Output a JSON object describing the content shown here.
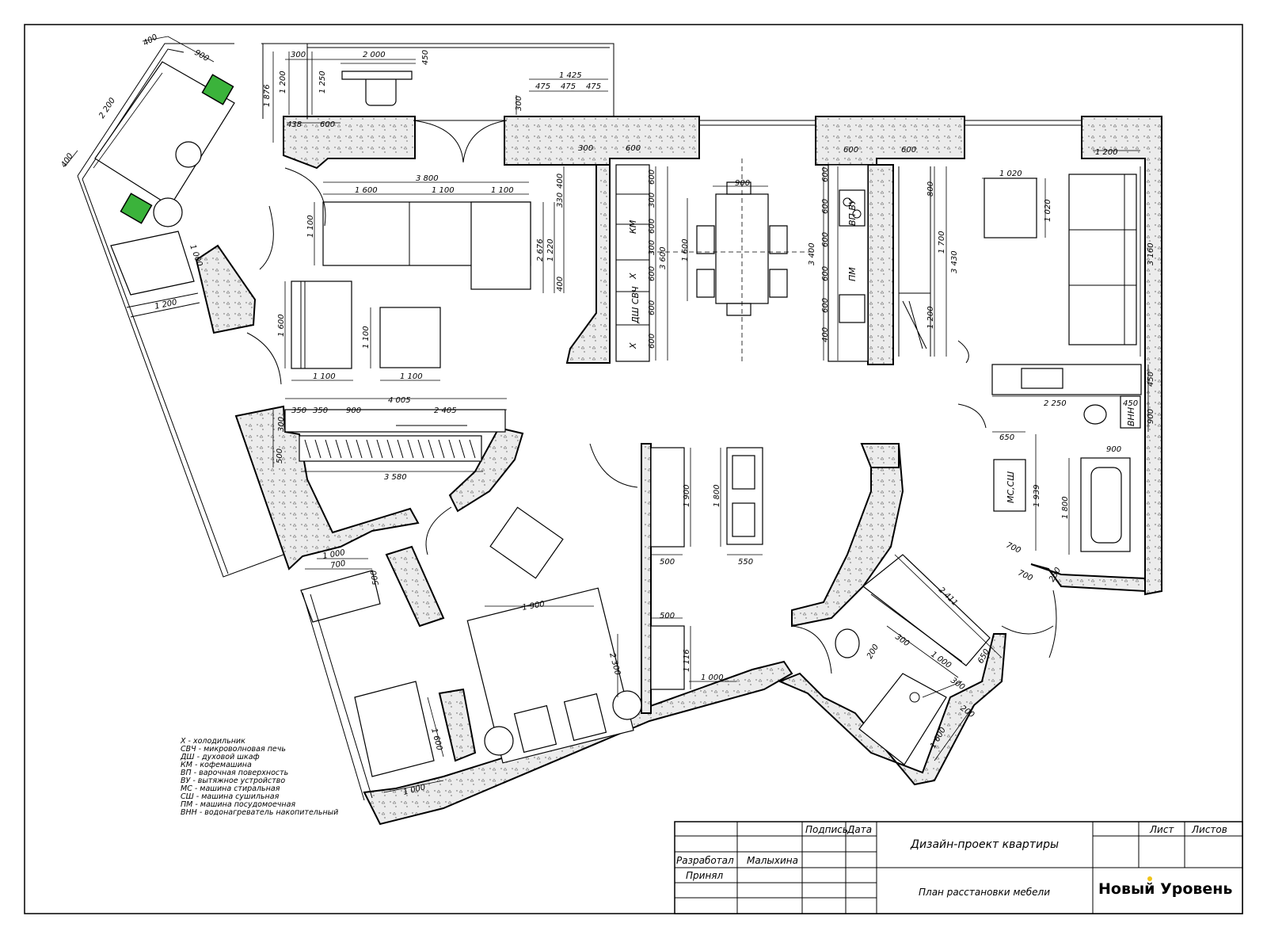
{
  "title_block": {
    "project": "Дизайн-проект квартиры",
    "sheet_title": "План расстановки мебели",
    "col_signature": "Подпись",
    "col_date": "Дата",
    "col_sheet": "Лист",
    "col_sheets": "Листов",
    "role_developed": "Разработал",
    "developer_name": "Малыхина",
    "role_accepted": "Принял",
    "brand": "Новый Уровень"
  },
  "legend": [
    "Х - холодильник",
    "СВЧ - микроволновая печь",
    "ДШ - духовой шкаф",
    "КМ - кофемашина",
    "ВП - варочная поверхность",
    "ВУ - вытяжное устройство",
    "МС - машина стиральная",
    "СШ - машина сушильная",
    "ПМ - машина посудомоечная",
    "ВНН - водонагреватель накопительный"
  ],
  "appliance_labels": {
    "km": "КМ",
    "x1": "Х",
    "dsh_svch": "ДШ СВЧ",
    "x2": "Х",
    "vp_vu": "ВП ВУ",
    "pm": "ПМ",
    "ms_sh": "МС,СШ",
    "vnn": "ВНН"
  },
  "dims": {
    "d400a": "400",
    "d900a": "900",
    "d2200": "2 200",
    "d400b": "400",
    "d300a": "300",
    "d2000": "2 000",
    "d450a": "450",
    "d1876": "1 876",
    "d1200a": "1 200",
    "d1250": "1 250",
    "d438": "438",
    "d600a": "600",
    "d1425": "1 425",
    "d475a": "475",
    "d475b": "475",
    "d475c": "475",
    "d300b": "300",
    "d3800": "3 800",
    "d1600a": "1 600",
    "d1100a": "1 100",
    "d1100b": "1 100",
    "d1100c": "1 100",
    "d1000a": "1 000",
    "d1200b": "1 200",
    "d1600b": "1 600",
    "d1100d": "1 100",
    "d1100e": "1 100",
    "d1100f": "1 100",
    "d2676": "2 676",
    "d1220": "1 220",
    "d400c": "400",
    "d330": "330",
    "d400d": "400",
    "d300c": "300",
    "d600b": "600",
    "d600c": "600",
    "d300d": "300",
    "d600d": "600",
    "d300e": "300",
    "d600e": "600",
    "d600f": "600",
    "d600g": "600",
    "d3600": "3 600",
    "d900b": "900",
    "d1600c": "1 600",
    "d3400": "3 400",
    "d600h": "600",
    "d600i": "600",
    "d600j": "600",
    "d600k": "600",
    "d600l": "600",
    "d400e": "400",
    "d600m": "600",
    "d600n": "600",
    "d800": "800",
    "d1700": "1 700",
    "d3430": "3 430",
    "d1200c": "1 200",
    "d1020a": "1 020",
    "d1020b": "1 020",
    "d1200d": "1 200",
    "d3160": "3 160",
    "d450b": "450",
    "d900c": "900",
    "d2250": "2 250",
    "d450c": "450",
    "d650": "650",
    "d1939": "1 939",
    "d1800a": "1 800",
    "d900d": "900",
    "d700a": "700",
    "d700b": "700",
    "d250": "250",
    "d4005": "4 005",
    "d350a": "350",
    "d350b": "350",
    "d900e": "900",
    "d2405": "2 405",
    "d300f": "300",
    "d500a": "500",
    "d3580": "3 580",
    "d1900a": "1 900",
    "d1800b": "1 800",
    "d500b": "500",
    "d550": "550",
    "d1000b": "1 000",
    "d700c": "700",
    "d500c": "500",
    "d1900b": "1 900",
    "d2300": "2 300",
    "d500d": "500",
    "d1116": "1 116",
    "d1000c": "1 000",
    "d1600d": "1 600",
    "d1000d": "1 000",
    "d2411": "2 411",
    "d650b": "650",
    "d300g": "300",
    "d1000e": "1 000",
    "d200a": "200",
    "d300h": "300",
    "d200b": "200",
    "d1600e": "1 600"
  },
  "colors": {
    "wall_fill": "#e4e4e4",
    "accent_green": "#3bb33b"
  }
}
